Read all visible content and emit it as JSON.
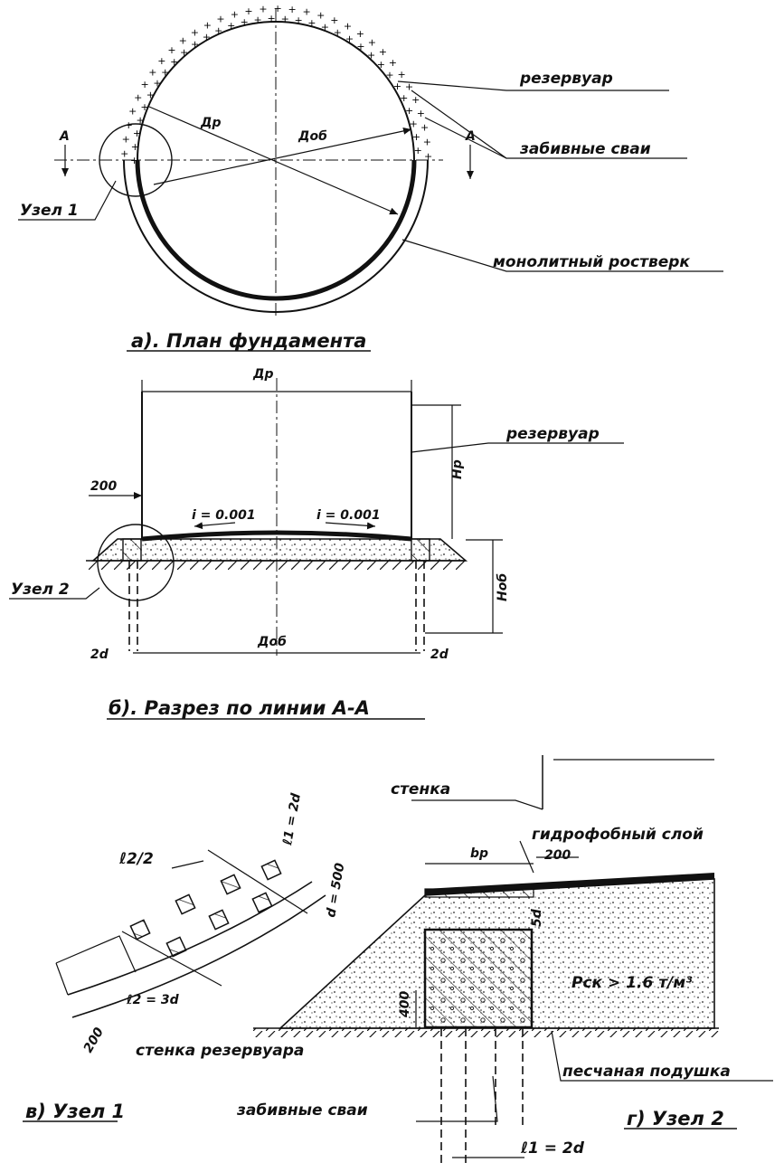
{
  "plan": {
    "caption": "а). План фундамента",
    "label_reservoir": "резервуар",
    "label_piles": "забивные сваи",
    "label_grillage": "монолитный ростверк",
    "label_node": "Узел 1",
    "label_dp": "Дp",
    "label_dob": "Доб",
    "section_mark": "А"
  },
  "section": {
    "caption": "б). Разрез по линии А-А",
    "label_reservoir": "резервуар",
    "label_node": "Узел 2",
    "dim_dp": "Др",
    "dim_hp": "Hр",
    "dim_hob": "Hоб",
    "dim_dob": "Доб",
    "dim_200": "200",
    "slope_left": "i = 0.001",
    "slope_right": "i = 0.001",
    "dim_2d_left": "2d",
    "dim_2d_right": "2d"
  },
  "node1": {
    "caption": "в) Узел 1",
    "label_wall": "стенка резервуара",
    "dim_l2_half": "ℓ2/2",
    "dim_l1": "ℓ1 = 2d",
    "dim_l2": "ℓ2 = 3d",
    "dim_500": "d = 500",
    "dim_200": "200"
  },
  "node2": {
    "caption": "г) Узел 2",
    "label_wall": "стенка",
    "label_hydro": "гидрофобный слой",
    "label_cushion": "песчаная подушка",
    "label_piles": "забивные сваи",
    "label_density": "Pск > 1.6 т/м³",
    "dim_bp": "bр",
    "dim_200": "200",
    "dim_400": "400",
    "dim_l1": "ℓ1 = 2d",
    "dim_5d": "5d"
  }
}
